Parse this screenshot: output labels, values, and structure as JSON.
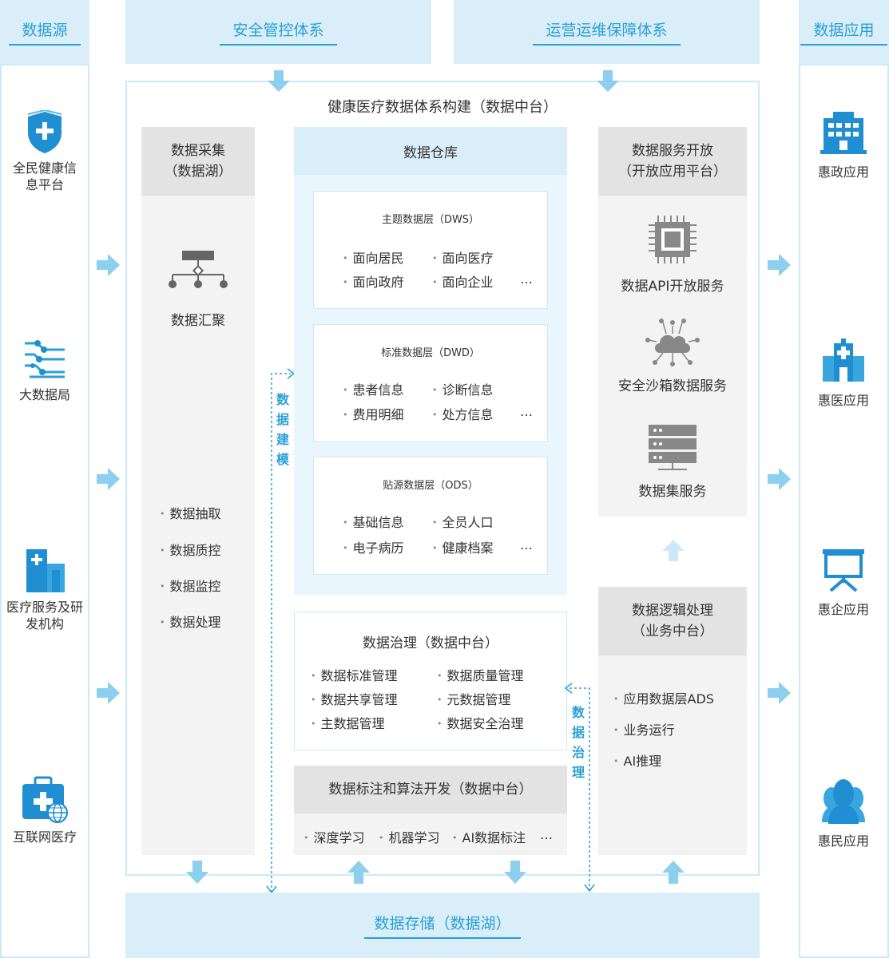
{
  "headers": {
    "sources": "数据源",
    "security": "安全管控体系",
    "operations": "运营运维保障体系",
    "apps": "数据应用"
  },
  "sources": [
    {
      "icon": "shield-plus-icon",
      "label": "全民健康信息平台"
    },
    {
      "icon": "data-network-icon",
      "label": "大数据局"
    },
    {
      "icon": "hospital-building-icon",
      "label": "医疗服务及研发机构"
    },
    {
      "icon": "medical-kit-globe-icon",
      "label": "互联网医疗"
    }
  ],
  "apps": [
    {
      "icon": "government-building-icon",
      "label": "惠政应用"
    },
    {
      "icon": "hospital-icon",
      "label": "惠医应用"
    },
    {
      "icon": "presentation-board-icon",
      "label": "惠企应用"
    },
    {
      "icon": "people-icon",
      "label": "惠民应用"
    }
  ],
  "platform": {
    "title": "健康医疗数据体系构建（数据中台）",
    "collection": {
      "title_line1": "数据采集",
      "title_line2": "（数据湖）",
      "aggregate_label": "数据汇聚",
      "items": [
        "数据抽取",
        "数据质控",
        "数据监控",
        "数据处理"
      ]
    },
    "modeling_label": [
      "数",
      "据",
      "建",
      "模"
    ],
    "warehouse": {
      "title": "数据仓库",
      "layers": [
        {
          "title": "主题数据层（DWS）",
          "items": [
            "面向居民",
            "面向医疗",
            "面向政府",
            "面向企业"
          ],
          "more": "…"
        },
        {
          "title": "标准数据层（DWD）",
          "items": [
            "患者信息",
            "诊断信息",
            "费用明细",
            "处方信息"
          ],
          "more": "…"
        },
        {
          "title": "贴源数据层（ODS）",
          "items": [
            "基础信息",
            "全员人口",
            "电子病历",
            "健康档案"
          ],
          "more": "…"
        }
      ]
    },
    "governance": {
      "title": "数据治理（数据中台）",
      "items": [
        "数据标准管理",
        "数据质量管理",
        "数据共享管理",
        "元数据管理",
        "主数据管理",
        "数据安全治理"
      ]
    },
    "governance_label": [
      "数",
      "据",
      "治",
      "理"
    ],
    "annotation": {
      "title": "数据标注和算法开发（数据中台）",
      "items": [
        "深度学习",
        "机器学习",
        "AI数据标注"
      ],
      "more": "…"
    },
    "service": {
      "title_line1": "数据服务开放",
      "title_line2": "（开放应用平台）",
      "services": [
        {
          "icon": "chip-icon",
          "label": "数据API开放服务"
        },
        {
          "icon": "cloud-network-icon",
          "label": "安全沙箱数据服务"
        },
        {
          "icon": "server-icon",
          "label": "数据集服务"
        }
      ]
    },
    "logic": {
      "title_line1": "数据逻辑处理",
      "title_line2": "（业务中台）",
      "items": [
        "应用数据层ADS",
        "业务运行",
        "AI推理"
      ]
    }
  },
  "storage": "数据存储（数据湖）",
  "colors": {
    "accent": "#2a9fd6",
    "light_blue": "#d9eef9",
    "arrow": "#8ccfee",
    "gray_panel": "#f3f3f3",
    "gray_head": "#e3e3e3"
  }
}
